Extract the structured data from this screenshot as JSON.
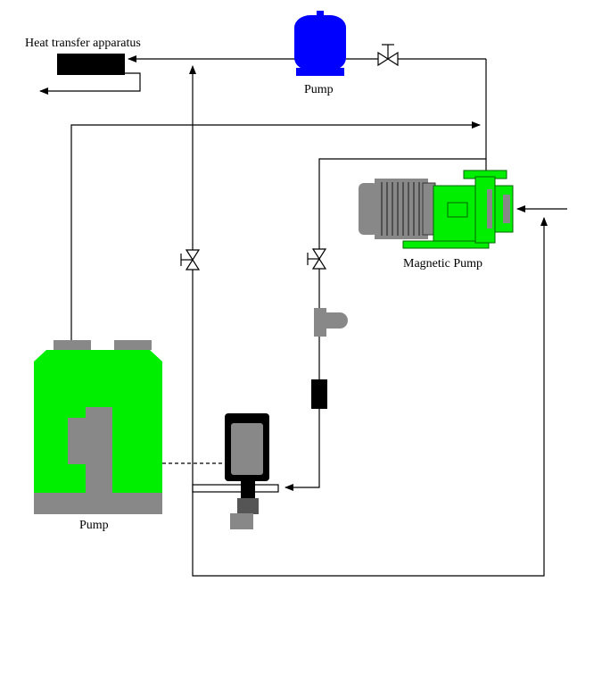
{
  "labels": {
    "heat_transfer": "Heat transfer apparatus",
    "top_pump": "Pump",
    "magnetic_pump": "Magnetic Pump",
    "tank_pump": "Pump"
  },
  "colors": {
    "green": "#00ee00",
    "blue": "#0000ff",
    "gray": "#888888",
    "dark_gray": "#555555",
    "black": "#000000"
  }
}
